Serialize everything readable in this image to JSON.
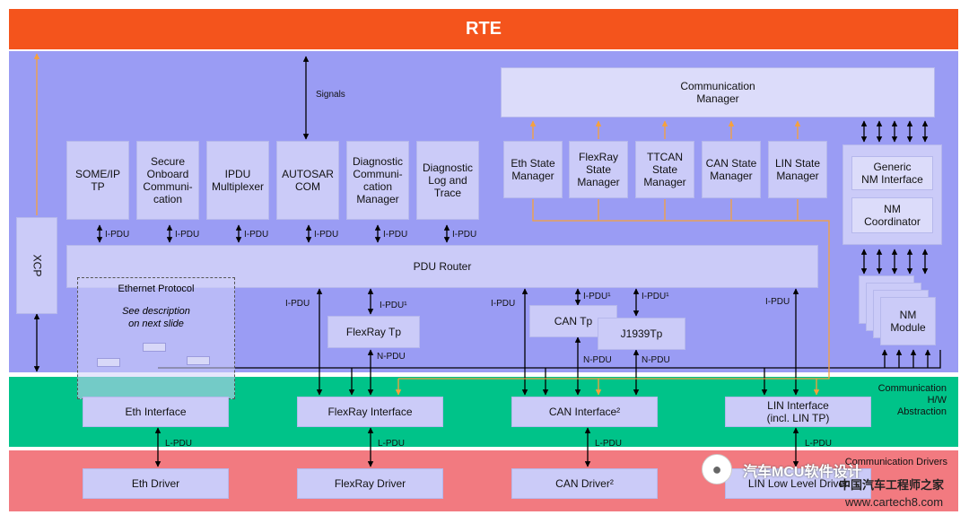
{
  "layers": {
    "rte": "RTE",
    "hw_abstraction": "Communication\nH/W\nAbstraction",
    "drivers": "Communication Drivers"
  },
  "modules": {
    "someip": "SOME/IP\nTP",
    "secoc": "Secure\nOnboard\nCommuni-\ncation",
    "ipdu_mux": "IPDU\nMultiplexer",
    "com": "AUTOSAR\nCOM",
    "dcm": "Diagnostic\nCommuni-\ncation\nManager",
    "dlt": "Diagnostic\nLog and\nTrace",
    "comm": "Communication\nManager",
    "eth_sm": "Eth State\nManager",
    "fr_sm": "FlexRay\nState\nManager",
    "ttcan_sm": "TTCAN\nState\nManager",
    "can_sm": "CAN State\nManager",
    "lin_sm": "LIN State\nManager",
    "generic_nm": "Generic\nNM Interface",
    "nm_coord": "NM\nCoordinator",
    "nm_module": "NM\nModule",
    "xcp": "XCP",
    "pdur": "PDU Router",
    "fr_tp": "FlexRay Tp",
    "can_tp": "CAN Tp",
    "j1939_tp": "J1939Tp",
    "eth_if": "Eth Interface",
    "fr_if": "FlexRay Interface",
    "can_if": "CAN Interface²",
    "lin_if": "LIN Interface\n(incl. LIN TP)",
    "eth_drv": "Eth Driver",
    "fr_drv": "FlexRay Driver",
    "can_drv": "CAN Driver²",
    "lin_drv": "LIN Low Level Driver"
  },
  "ethernet_protocol": {
    "title": "Ethernet Protocol",
    "note": "See description\non next slide"
  },
  "labels": {
    "signals": "Signals",
    "ipdu": "I-PDU",
    "ipdu1": "I-PDU¹",
    "npdu": "N-PDU",
    "lpdu": "L-PDU"
  },
  "watermark": {
    "brand": "汽车MCU软件设计",
    "site_cn": "中国汽车工程师之家",
    "url": "www.cartech8.com"
  },
  "colors": {
    "rte": "#f4541c",
    "services": "#9a9cf4",
    "hw_abstraction": "#00c389",
    "drivers": "#f27a80",
    "module": "#cbcbf8",
    "state_line": "#f7a13b"
  }
}
